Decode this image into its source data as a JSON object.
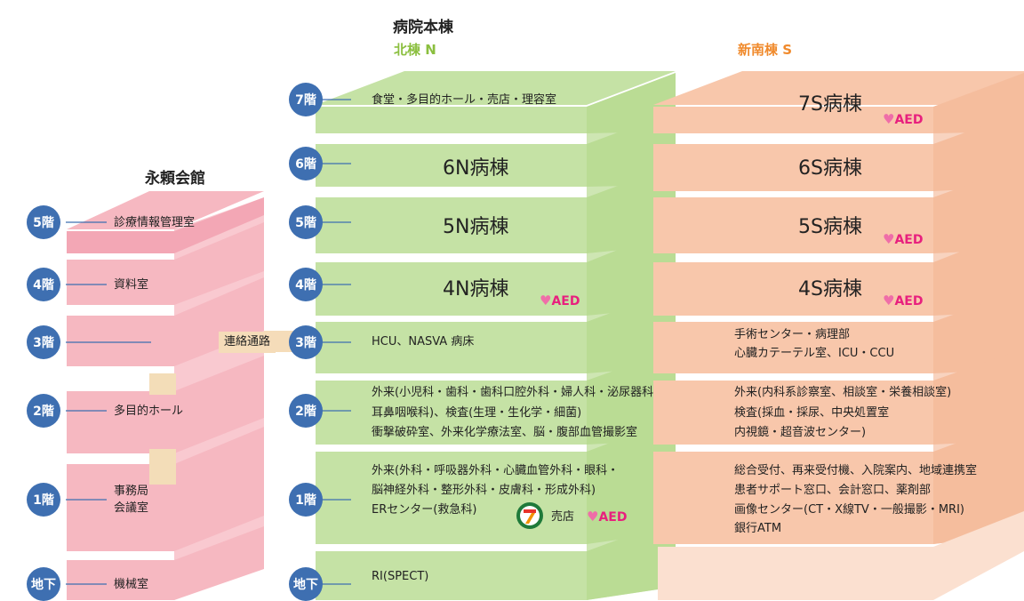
{
  "main_building": {
    "title": "病院本棟",
    "north_label": "北棟 N",
    "south_label": "新南棟 S",
    "floors": [
      {
        "badge": "7階",
        "north_lines": [
          "食堂・多目的ホール・売店・理容室"
        ],
        "south_ward": "7S病棟",
        "south_aed": "AED"
      },
      {
        "badge": "6階",
        "north_ward": "6N病棟",
        "south_ward": "6S病棟"
      },
      {
        "badge": "5階",
        "north_ward": "5N病棟",
        "south_ward": "5S病棟",
        "south_aed": "AED"
      },
      {
        "badge": "4階",
        "north_ward": "4N病棟",
        "north_aed": "AED",
        "south_ward": "4S病棟",
        "south_aed": "AED"
      },
      {
        "badge": "3階",
        "north_lines": [
          "HCU、NASVA 病床"
        ],
        "south_lines": [
          "手術センター・病理部",
          "心臓カテーテル室、ICU・CCU"
        ]
      },
      {
        "badge": "2階",
        "north_lines": [
          "外来(小児科・歯科・歯科口腔外科・婦人科・泌尿器科",
          "耳鼻咽喉科)、検査(生理・生化学・細菌)",
          "衝撃破砕室、外来化学療法室、脳・腹部血管撮影室"
        ],
        "south_lines": [
          "外来(内科系診察室、相談室・栄養相談室)",
          "検査(採血・採尿、中央処置室",
          "内視鏡・超音波センター)"
        ]
      },
      {
        "badge": "1階",
        "north_lines": [
          "外来(外科・呼吸器外科・心臓血管外科・眼科・",
          "脳神経外科・整形外科・皮膚科・形成外科)",
          "ERセンター(救急科)"
        ],
        "north_shop": "売店",
        "north_aed": "AED",
        "south_lines": [
          "総合受付、再来受付機、入院案内、地域連携室",
          "患者サポート窓口、会計窓口、薬剤部",
          "画像センター(CT・X線TV・一般撮影・MRI)",
          "銀行ATM"
        ]
      },
      {
        "badge": "地下",
        "north_lines": [
          "RI(SPECT)"
        ]
      }
    ]
  },
  "annex": {
    "title": "永頼会館",
    "floors": [
      {
        "badge": "5階",
        "label": "診療情報管理室"
      },
      {
        "badge": "4階",
        "label": "資料室"
      },
      {
        "badge": "3階",
        "label": ""
      },
      {
        "badge": "2階",
        "label": "多目的ホール"
      },
      {
        "badge": "1階",
        "label": "事務局\n会議室"
      },
      {
        "badge": "地下",
        "label": "機械室"
      }
    ]
  },
  "connector_label": "連絡通路",
  "seven_eleven_icon": "seven-eleven-logo",
  "heart_icon": "heart-icon",
  "colors": {
    "annex_pink": "#f6b8c1",
    "north_green": "#c5e2a5",
    "south_peach": "#f8c7ab",
    "badge_blue": "#3e6fb1",
    "aed_pink": "#e8207e"
  }
}
